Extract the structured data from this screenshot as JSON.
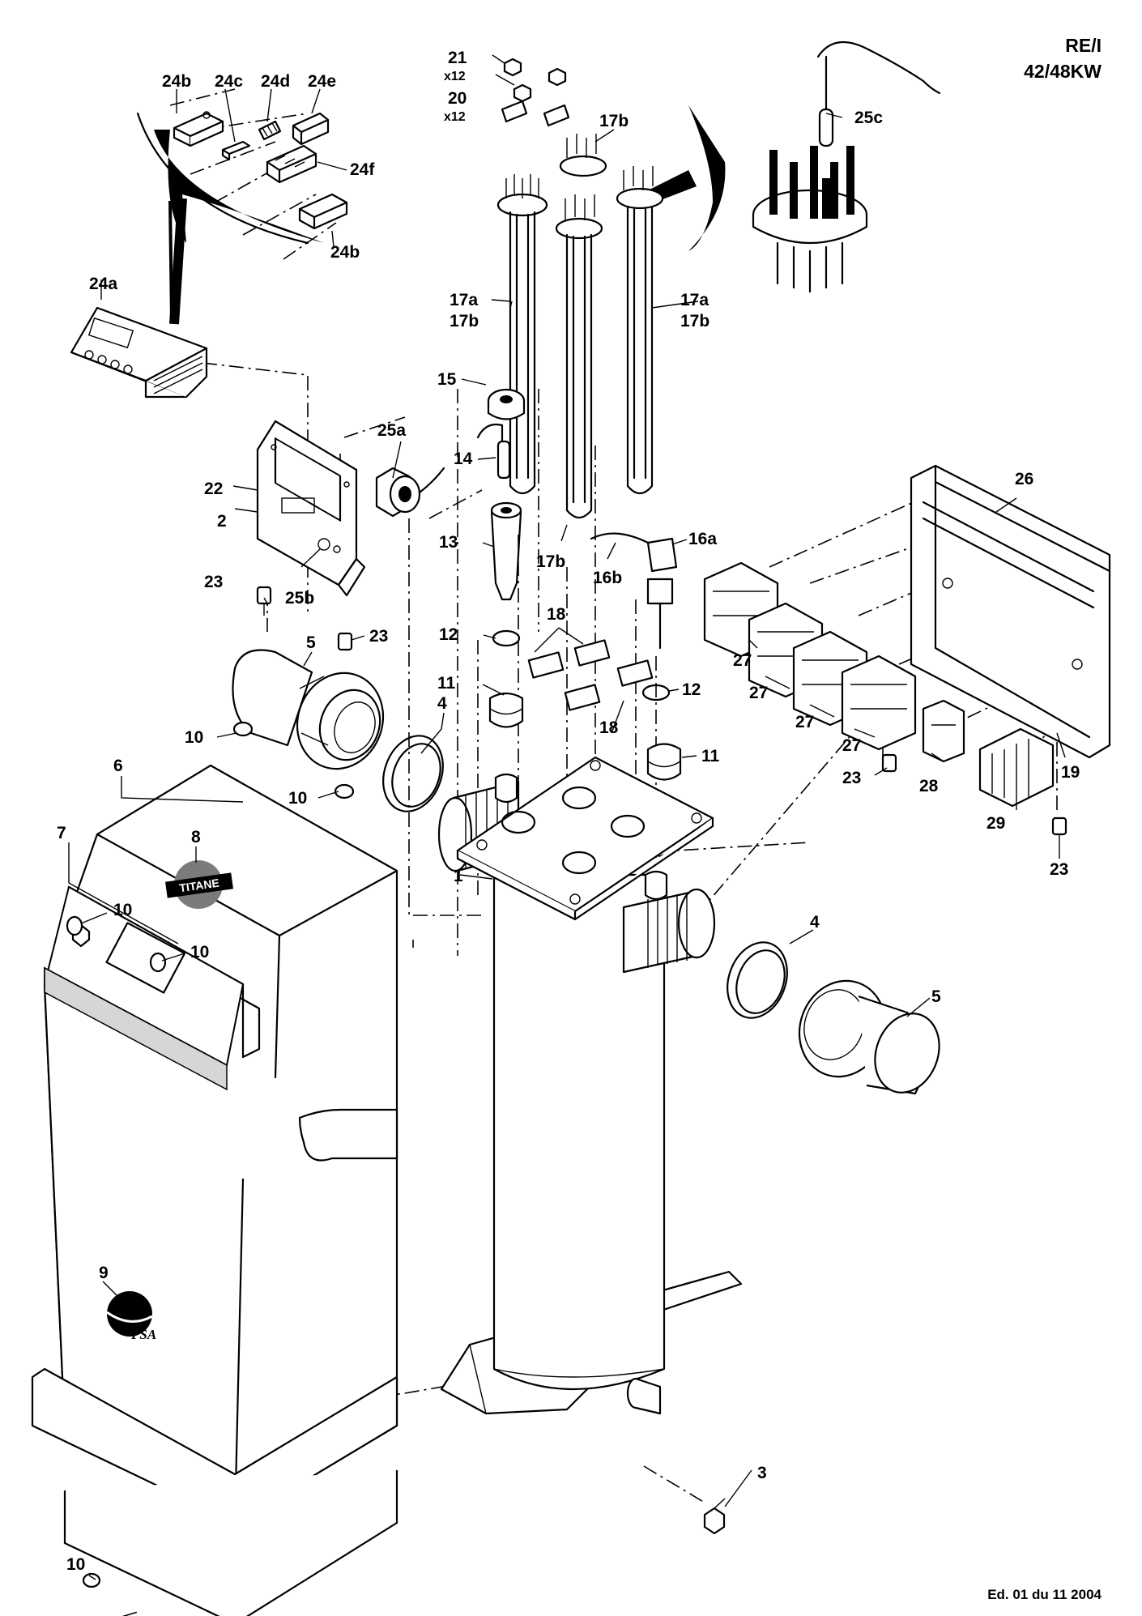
{
  "header": {
    "model_line1": "RE/I",
    "model_line2": "42/48KW"
  },
  "footer": {
    "edition": "Ed. 01 du 11 2004"
  },
  "logos": {
    "titane": "TITANE",
    "psa": "PSA"
  },
  "callouts": {
    "c1": "1",
    "c2": "2",
    "c3": "3",
    "c4a": "4",
    "c4b": "4",
    "c5a": "5",
    "c5b": "5",
    "c6": "6",
    "c7": "7",
    "c8": "8",
    "c9": "9",
    "c10a": "10",
    "c10b": "10",
    "c10c": "10",
    "c10d": "10",
    "c10e": "10",
    "c11a": "11",
    "c11b": "11",
    "c12a": "12",
    "c12b": "12",
    "c13": "13",
    "c14": "14",
    "c15": "15",
    "c16a": "16a",
    "c16b": "16b",
    "c17a_left": "17a",
    "c17b_left": "17b",
    "c17a_right": "17a",
    "c17b_right": "17b",
    "c17b_top": "17b",
    "c17b_bottom": "17b",
    "c18a": "18",
    "c18b": "18",
    "c19": "19",
    "c20": "20",
    "c20_qty": "x12",
    "c21": "21",
    "c21_qty": "x12",
    "c22": "22",
    "c23a": "23",
    "c23b": "23",
    "c23c": "23",
    "c23d": "23",
    "c24a": "24a",
    "c24b_top": "24b",
    "c24b_bottom": "24b",
    "c24c": "24c",
    "c24d": "24d",
    "c24e": "24e",
    "c24f": "24f",
    "c25a": "25a",
    "c25b": "25b",
    "c25c": "25c",
    "c26": "26",
    "c27a": "27",
    "c27b": "27",
    "c27c": "27",
    "c27d": "27",
    "c28": "28",
    "c29": "29"
  }
}
